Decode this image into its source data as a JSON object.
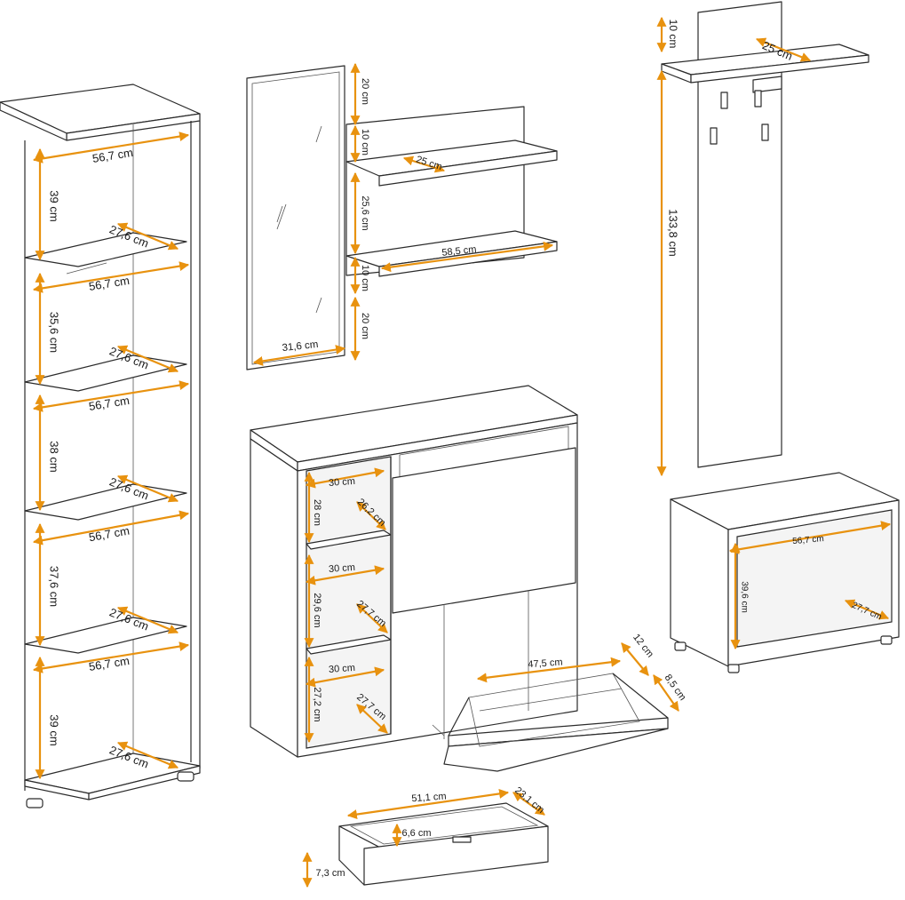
{
  "palette": {
    "dimension": "#e8920f",
    "line": "#2b2b2b",
    "background": "#ffffff"
  },
  "dimensions": {
    "bookcase": {
      "width_1": "56,7 cm",
      "height_1": "39 cm",
      "depth_1": "27,6 cm",
      "width_2": "56,7 cm",
      "height_2": "35,6 cm",
      "depth_2": "27,6 cm",
      "width_3": "56,7 cm",
      "height_3": "38 cm",
      "depth_3": "27,6 cm",
      "width_4": "56,7 cm",
      "height_4": "37,6 cm",
      "depth_4": "27,6 cm",
      "width_5": "56,7 cm",
      "height_5": "39 cm",
      "depth_5": "27,6 cm"
    },
    "mirror": {
      "width": "31,6 cm"
    },
    "wall_shelf": {
      "top_gap": "20 cm",
      "board_thickness_top": "10 cm",
      "depth": "25 cm",
      "spacing": "25,6 cm",
      "width": "58,5 cm",
      "board_thickness_bottom": "10 cm",
      "bottom_gap": "20 cm"
    },
    "coat_rack": {
      "shelf_height": "10 cm",
      "depth": "25 cm",
      "height": "133,8 cm"
    },
    "bench": {
      "width": "56,7 cm",
      "height": "39,6 cm",
      "depth": "27,7 cm"
    },
    "shoe_cabinet": {
      "width_1": "30 cm",
      "height_1": "28 cm",
      "depth_1": "26,2 cm",
      "width_2": "30 cm",
      "height_2": "29,6 cm",
      "depth_2": "27,7 cm",
      "width_3": "30 cm",
      "height_3": "27,2 cm",
      "depth_3": "27,7 cm"
    },
    "flap": {
      "width": "47,5 cm",
      "depth": "12 cm",
      "height": "8,5 cm"
    },
    "drawer": {
      "width": "51,1 cm",
      "depth": "23,1 cm",
      "inner_height": "6,6 cm",
      "height": "7,3 cm"
    }
  }
}
